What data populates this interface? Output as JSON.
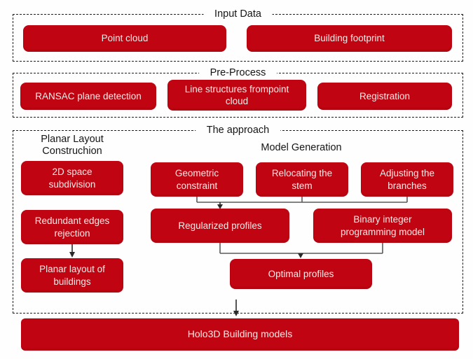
{
  "diagram": {
    "sections": {
      "input_data": {
        "title": "Input Data",
        "boxes": {
          "point_cloud": "Point cloud",
          "building_footprint": "Building footprint"
        }
      },
      "pre_process": {
        "title": "Pre-Process",
        "boxes": {
          "ransac": "RANSAC plane detection",
          "line_structures": "Line structures frompoint cloud",
          "registration": "Registration"
        }
      },
      "approach": {
        "title": "The approach",
        "planar_layout": {
          "subtitle": "Planar Layout Construchion",
          "boxes": {
            "space_subdivision": "2D space subdivision",
            "redundant_edges": "Redundant edges rejection",
            "planar_layout_buildings": "Planar layout of buildings"
          }
        },
        "model_generation": {
          "subtitle": "Model Generation",
          "boxes": {
            "geometric_constraint": "Geometric constraint",
            "relocating_stem": "Relocating the stem",
            "adjusting_branches": "Adjusting the branches",
            "regularized_profiles": "Regularized profiles",
            "binary_integer": "Binary integer programming model",
            "optimal_profiles": "Optimal profiles"
          }
        }
      }
    },
    "output_box": "Holo3D Building models",
    "colors": {
      "box_fill": "#c00411",
      "box_text": "#f7ece9",
      "dashed_border": "#1c1c1c",
      "title_text": "#151515",
      "connector_gray": "#5a5a5a",
      "arrow_dark": "#2a2a2a",
      "background": "#fefefe"
    }
  }
}
